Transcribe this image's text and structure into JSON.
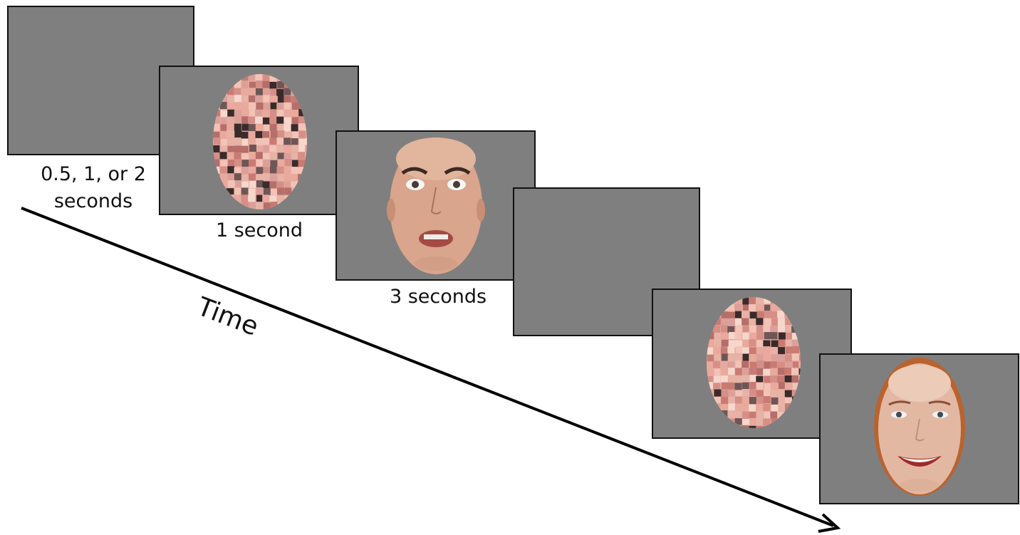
{
  "durations": {
    "blank": [
      "0.5, 1, or 2",
      "seconds"
    ],
    "scramble": "1 second",
    "face": "3 seconds"
  },
  "axis_label": "Time",
  "colors": {
    "screen_gray": "#7f7f7f",
    "border": "#111111",
    "text": "#111111"
  },
  "screens": [
    {
      "name": "blank-screen",
      "content": "blank"
    },
    {
      "name": "scrambled-face-screen",
      "content": "scrambled face mosaic"
    },
    {
      "name": "fearful-face-screen",
      "content": "fearful male face"
    },
    {
      "name": "blank-screen",
      "content": "blank"
    },
    {
      "name": "scrambled-face-screen",
      "content": "scrambled face mosaic"
    },
    {
      "name": "happy-face-screen",
      "content": "happy female face"
    }
  ]
}
